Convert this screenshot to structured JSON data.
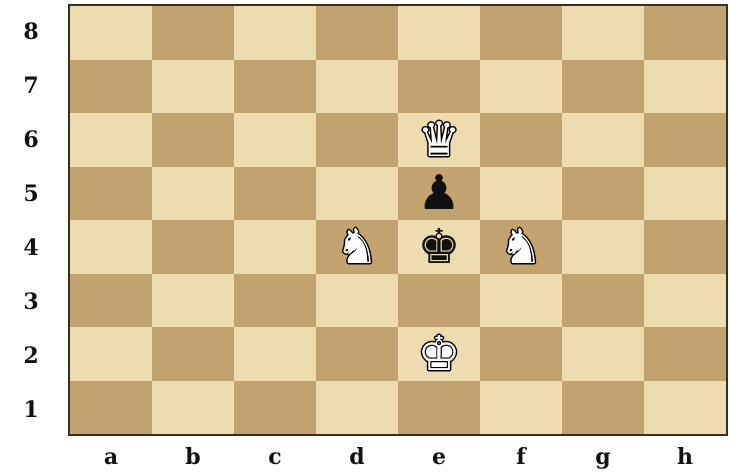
{
  "board": {
    "ranks": [
      "8",
      "7",
      "6",
      "5",
      "4",
      "3",
      "2",
      "1"
    ],
    "files": [
      "a",
      "b",
      "c",
      "d",
      "e",
      "f",
      "g",
      "h"
    ],
    "colors": {
      "light": "#ecdcb0",
      "dark": "#c2a26f",
      "border": "#3a2e1e"
    },
    "pieces": [
      {
        "square": "e6",
        "color": "white",
        "type": "queen",
        "glyph": "♛",
        "icon": "white-queen-icon"
      },
      {
        "square": "e5",
        "color": "black",
        "type": "pawn",
        "glyph": "♟",
        "icon": "black-pawn-icon"
      },
      {
        "square": "d4",
        "color": "white",
        "type": "knight",
        "glyph": "♞",
        "icon": "white-knight-icon"
      },
      {
        "square": "e4",
        "color": "black",
        "type": "king",
        "glyph": "♚",
        "icon": "black-king-icon"
      },
      {
        "square": "f4",
        "color": "white",
        "type": "knight",
        "glyph": "♞",
        "icon": "white-knight-icon"
      },
      {
        "square": "e2",
        "color": "white",
        "type": "king",
        "glyph": "♚",
        "icon": "white-king-icon"
      }
    ]
  }
}
